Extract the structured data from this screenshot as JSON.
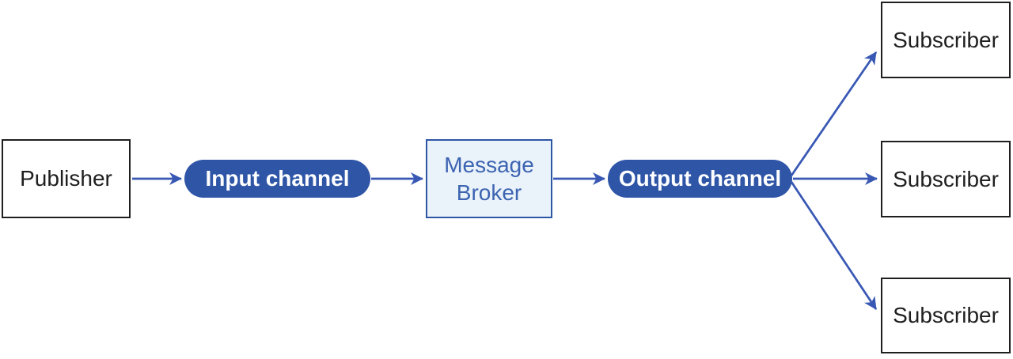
{
  "colors": {
    "accent": "#2F55A7",
    "arrow": "#3858B4",
    "broker_fill": "#EAF2FA",
    "broker_border": "#2E56A5",
    "broker_text": "#3C64B1",
    "box_border": "#1F1F1F",
    "box_text": "#1F1F1F"
  },
  "diagram": {
    "type": "flow-diagram",
    "pattern": "publish-subscribe",
    "publisher": {
      "label": "Publisher"
    },
    "input_channel": {
      "label": "Input channel"
    },
    "message_broker": {
      "label": "Message Broker"
    },
    "output_channel": {
      "label": "Output channel"
    },
    "subscribers": [
      {
        "label": "Subscriber"
      },
      {
        "label": "Subscriber"
      },
      {
        "label": "Subscriber"
      }
    ],
    "connections": [
      "publisher -> input_channel",
      "input_channel -> message_broker",
      "message_broker -> output_channel",
      "output_channel -> subscriber_top",
      "output_channel -> subscriber_middle",
      "output_channel -> subscriber_bottom"
    ]
  }
}
